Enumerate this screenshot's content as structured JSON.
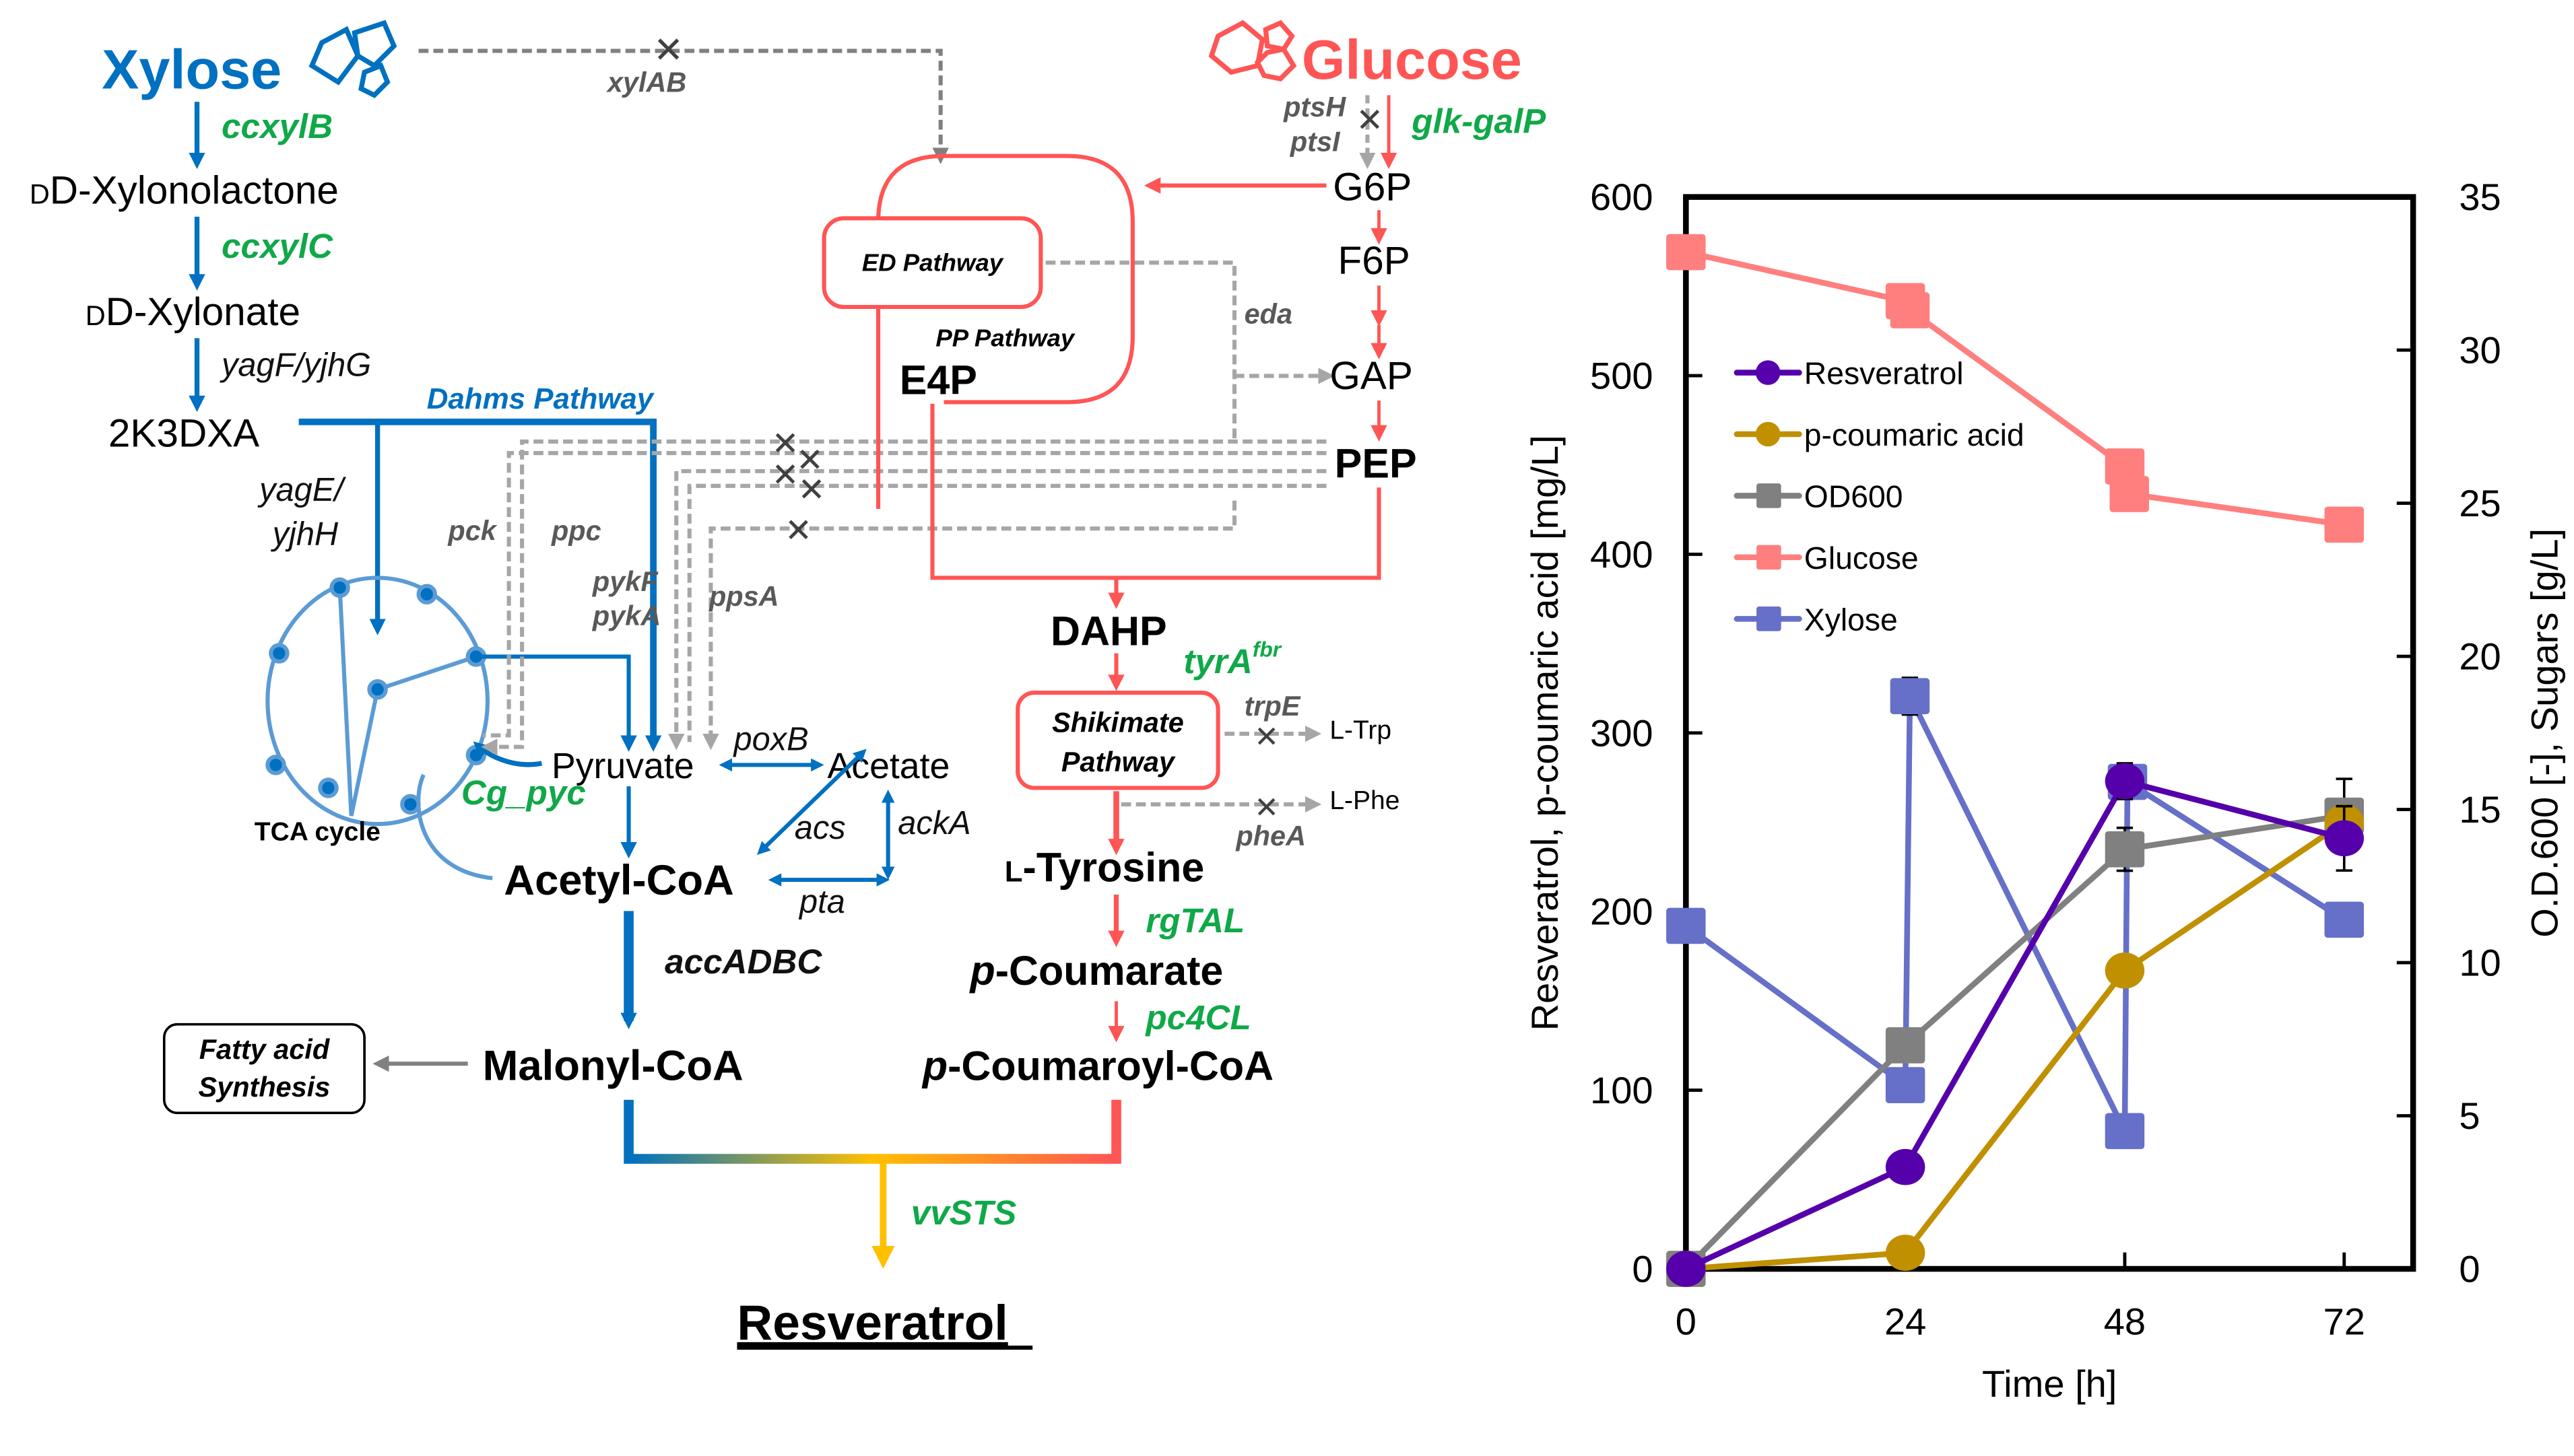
{
  "diagram": {
    "sugars": {
      "xylose": "Xylose",
      "glucose": "Glucose"
    },
    "colors": {
      "xylose_blue": "#0070C0",
      "glucose_red": "#FF5555",
      "gene_green": "#10A848",
      "knockout_grey": "#A6A6A6",
      "vvsts_yellow": "#FFC000"
    },
    "xylose_branch": {
      "metabolites": [
        "D-Xylonolactone",
        "D-Xylonate",
        "2K3DXA"
      ],
      "genes": [
        "ccxylB",
        "ccxylC",
        "yagF/yjhG",
        "yagE/",
        "yjhH"
      ],
      "pathway_label": "Dahms Pathway",
      "blocked_gene": "xylAB"
    },
    "glucose_branch": {
      "metabolites": [
        "G6P",
        "F6P",
        "GAP",
        "PEP",
        "E4P"
      ],
      "pts_genes": [
        "ptsH",
        "ptsI"
      ],
      "overexpressed": "glk-galP",
      "boxes": {
        "ed": "ED Pathway",
        "pp": "PP Pathway"
      },
      "eda": "eda"
    },
    "central": {
      "pyruvate": "Pyruvate",
      "acetate": "Acetate",
      "acetyl_coa": "Acetyl-CoA",
      "malonyl_coa": "Malonyl-CoA",
      "tca": "TCA cycle",
      "fatty_acid_line1": "Fatty acid",
      "fatty_acid_line2": "Synthesis",
      "genes": {
        "pck": "pck",
        "ppc": "ppc",
        "pykF": "pykF",
        "pykA": "pykA",
        "ppsA": "ppsA",
        "poxB": "poxB",
        "acs": "acs",
        "ackA": "ackA",
        "pta": "pta",
        "cg_pyc": "Cg_pyc",
        "accADBC": "accADBC"
      }
    },
    "aromatic": {
      "dahp": "DAHP",
      "tyrA": "tyrA",
      "tyrA_sup": "fbr",
      "shikimate_line1": "Shikimate",
      "shikimate_line2": "Pathway",
      "trp": "L-Trp",
      "phe": "L-Phe",
      "trpE": "trpE",
      "pheA": "pheA",
      "tyrosine_prefix": "L",
      "tyrosine": "-Tyrosine",
      "rgTAL": "rgTAL",
      "coumarate_p": "p",
      "coumarate": "-Coumarate",
      "pc4CL": "pc4CL",
      "coumaroyl_p": "p",
      "coumaroyl": "-Coumaroyl-CoA"
    },
    "product": {
      "vvSTS": "vvSTS",
      "name": "Resveratrol"
    },
    "prefix_d": "D"
  },
  "chart_data": {
    "type": "line",
    "title": "",
    "xlabel": "Time [h]",
    "ylabel": "Resveratrol, p-coumaric acid [mg/L]",
    "y2label": "O.D.600 [-], Sugars [g/L]",
    "x_ticks": [
      0,
      24,
      48,
      72
    ],
    "xlim": [
      0,
      72
    ],
    "ylim": [
      0,
      600
    ],
    "y_ticks": [
      0,
      100,
      200,
      300,
      400,
      500,
      600
    ],
    "y2lim": [
      0,
      35
    ],
    "y2_ticks": [
      0,
      5,
      10,
      15,
      20,
      25,
      30,
      35
    ],
    "grid": false,
    "legend_position": "upper-left",
    "series": [
      {
        "name": "Resveratrol",
        "axis": "left",
        "marker": "circle",
        "color": "#5500AA",
        "x": [
          0,
          24,
          48,
          72
        ],
        "y": [
          0,
          57,
          273,
          241
        ],
        "error": [
          0,
          0,
          10,
          18
        ]
      },
      {
        "name": "p-coumaric acid",
        "axis": "left",
        "marker": "circle",
        "color": "#C09000",
        "x": [
          0,
          24,
          48,
          72
        ],
        "y": [
          0,
          9,
          167,
          250
        ],
        "error": [
          0,
          0,
          0,
          0
        ]
      },
      {
        "name": "OD600",
        "axis": "right",
        "marker": "square",
        "color": "#808080",
        "x": [
          0,
          24,
          48,
          72
        ],
        "y": [
          0,
          7.3,
          13.7,
          14.8
        ],
        "error": [
          0,
          0,
          0.7,
          1.2
        ]
      },
      {
        "name": "Glucose",
        "axis": "right",
        "marker": "square",
        "color": "#FF7F7F",
        "x": [
          0,
          24,
          24.5,
          48,
          48.5,
          72
        ],
        "y": [
          33.2,
          31.6,
          31.3,
          26.2,
          25.3,
          24.3
        ],
        "error": [
          0,
          0,
          0,
          0,
          0,
          0
        ]
      },
      {
        "name": "Xylose",
        "axis": "right",
        "marker": "square",
        "color": "#6670C8",
        "x": [
          0,
          24,
          24.5,
          48,
          48.3,
          72
        ],
        "y": [
          11.2,
          6.0,
          18.7,
          4.5,
          15.9,
          11.4
        ],
        "error": [
          0,
          0,
          0.6,
          0,
          0,
          0
        ]
      }
    ]
  }
}
